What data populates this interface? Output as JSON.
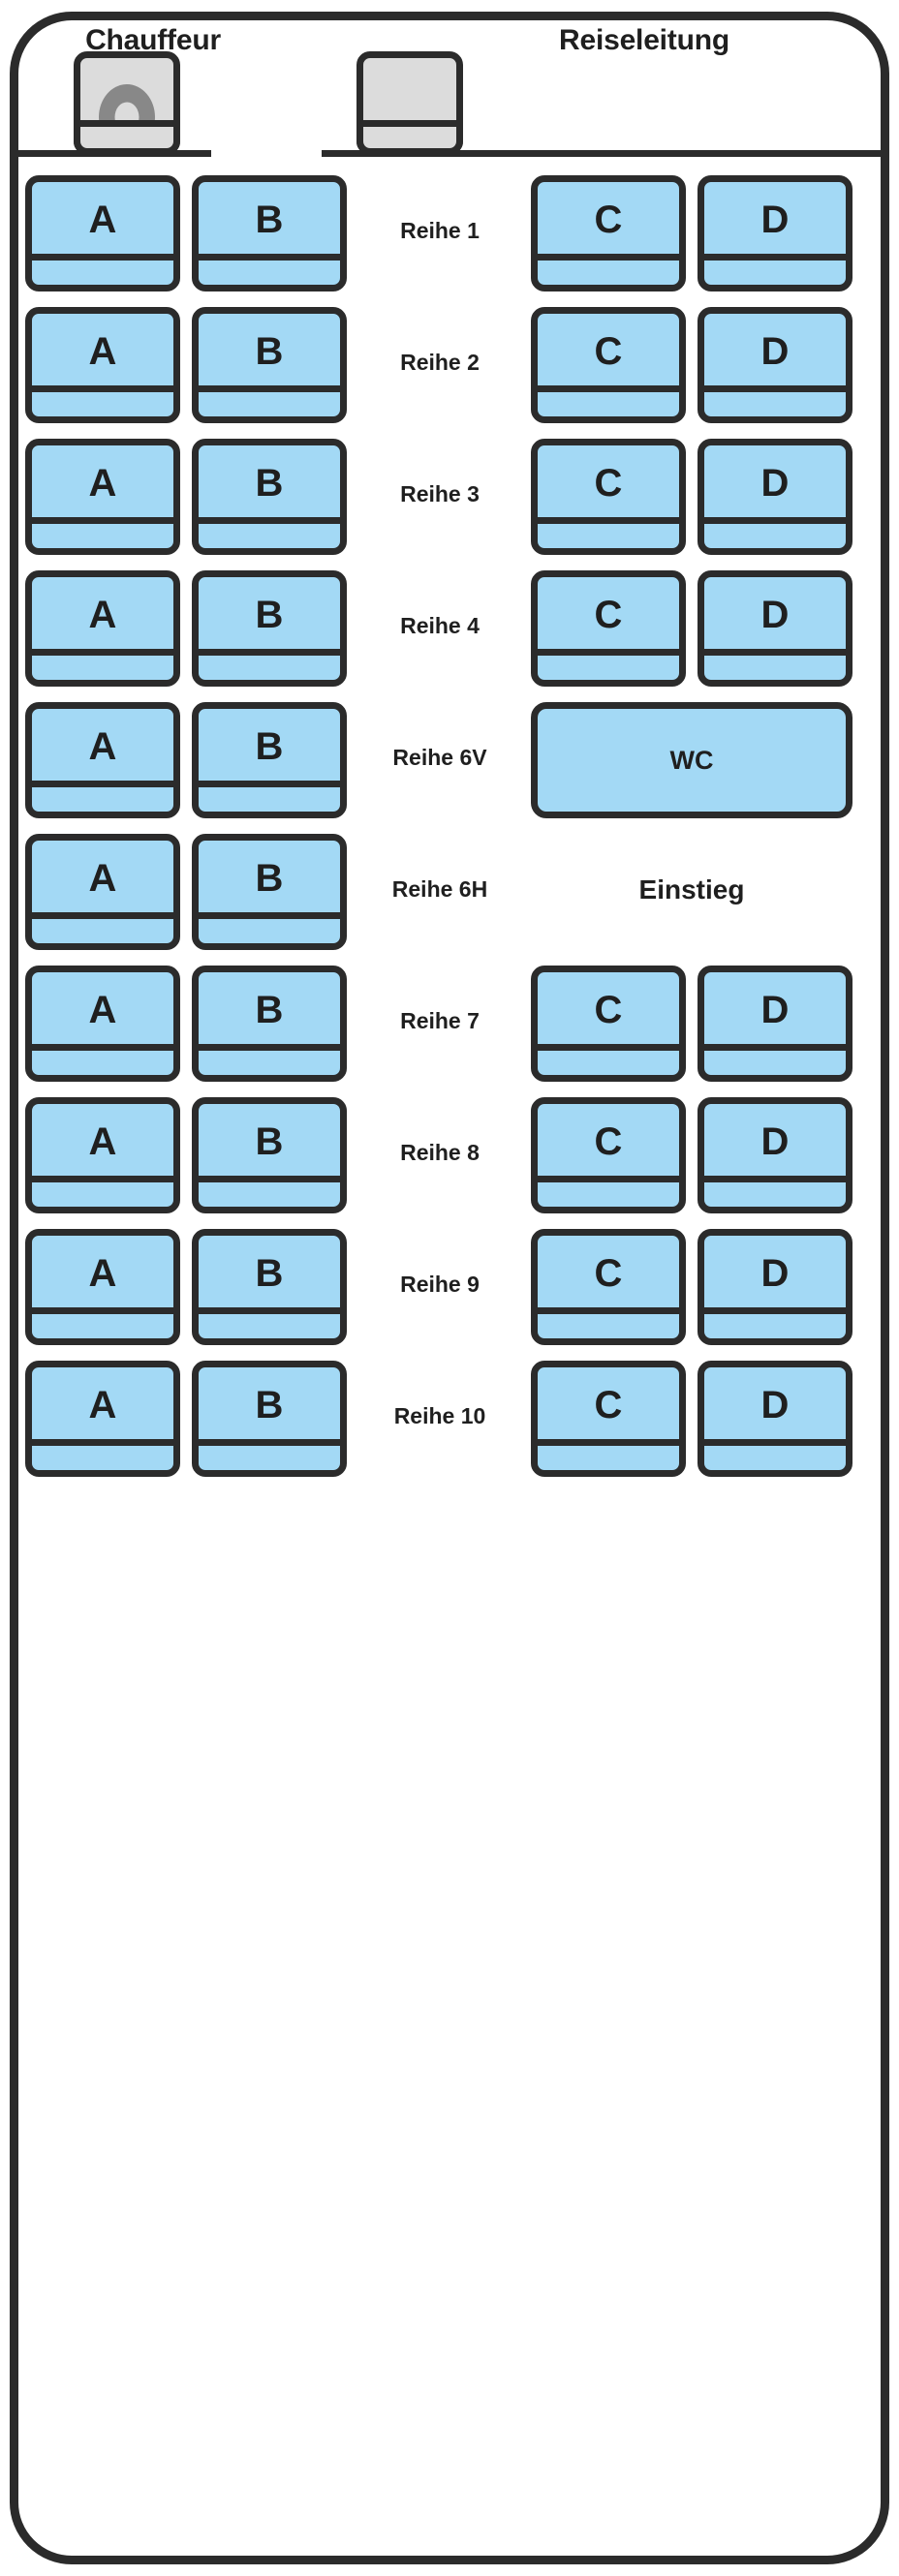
{
  "cockpit": {
    "driver_label": "Chauffeur",
    "driver_icon": "steering-wheel-icon",
    "guide_label": "Reiseleitung"
  },
  "colors": {
    "seat_fill": "#A3D9F5",
    "front_seat_fill": "#DCDCDC",
    "outline": "#2B2B2B",
    "steering_wheel": "#888888",
    "background": "#FFFFFF"
  },
  "seat_columns": [
    "A",
    "B",
    "C",
    "D"
  ],
  "rows": [
    {
      "label": "Reihe 1",
      "left": [
        "A",
        "B"
      ],
      "right": [
        "C",
        "D"
      ],
      "right_type": "seats"
    },
    {
      "label": "Reihe 2",
      "left": [
        "A",
        "B"
      ],
      "right": [
        "C",
        "D"
      ],
      "right_type": "seats"
    },
    {
      "label": "Reihe 3",
      "left": [
        "A",
        "B"
      ],
      "right": [
        "C",
        "D"
      ],
      "right_type": "seats"
    },
    {
      "label": "Reihe 4",
      "left": [
        "A",
        "B"
      ],
      "right": [
        "C",
        "D"
      ],
      "right_type": "seats"
    },
    {
      "label": "Reihe 6V",
      "left": [
        "A",
        "B"
      ],
      "right": [],
      "right_type": "wc",
      "right_text": "WC"
    },
    {
      "label": "Reihe 6H",
      "left": [
        "A",
        "B"
      ],
      "right": [],
      "right_type": "door",
      "right_text": "Einstieg"
    },
    {
      "label": "Reihe 7",
      "left": [
        "A",
        "B"
      ],
      "right": [
        "C",
        "D"
      ],
      "right_type": "seats"
    },
    {
      "label": "Reihe 8",
      "left": [
        "A",
        "B"
      ],
      "right": [
        "C",
        "D"
      ],
      "right_type": "seats"
    },
    {
      "label": "Reihe 9",
      "left": [
        "A",
        "B"
      ],
      "right": [
        "C",
        "D"
      ],
      "right_type": "seats"
    },
    {
      "label": "Reihe 10",
      "left": [
        "A",
        "B"
      ],
      "right": [
        "C",
        "D"
      ],
      "right_type": "seats"
    }
  ]
}
